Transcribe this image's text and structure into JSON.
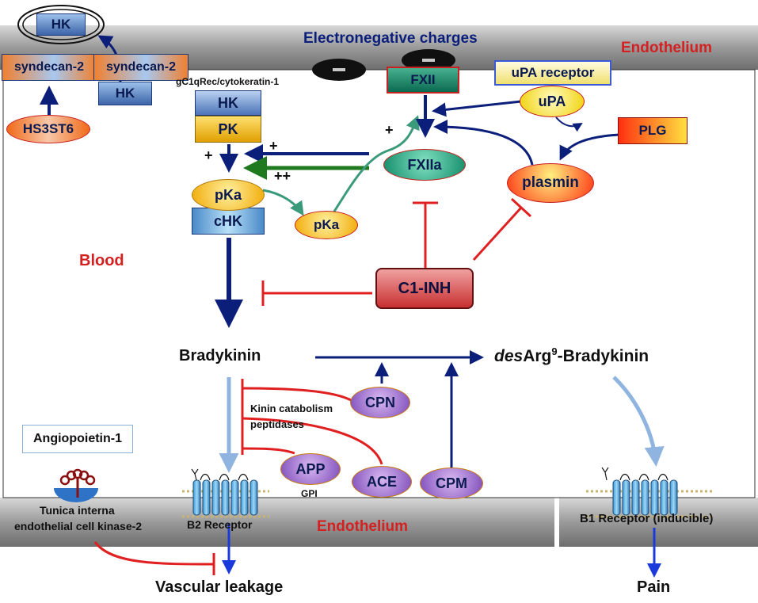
{
  "top_bar": {
    "electronegative": "Electronegative charges",
    "endothelium": "Endothelium"
  },
  "bottom_bar": {
    "endothelium": "Endothelium"
  },
  "nodes": {
    "hk_top": "HK",
    "syndecan_left": "syndecan-2",
    "syndecan_right": "syndecan-2",
    "hk_mid": "HK",
    "hs3st6": "HS3ST6",
    "gc1q": "gC1qRec/cytokeratin-1",
    "hk": "HK",
    "pk": "PK",
    "pka": "pKa",
    "chk": "cHK",
    "pka2": "pKa",
    "fxii": "FXII",
    "fxiia": "FXIIa",
    "upa_receptor": "uPA receptor",
    "upa": "uPA",
    "plg": "PLG",
    "plasmin": "plasmin",
    "c1inh": "C1-INH",
    "cpn": "CPN",
    "app": "APP",
    "ace": "ACE",
    "cpm": "CPM",
    "gpi": "GPI",
    "angiopoietin": "Angiopoietin-1"
  },
  "labels": {
    "blood": "Blood",
    "bradykinin": "Bradykinin",
    "desarg_prefix": "des",
    "desarg_mid": "Arg",
    "desarg_sup": "9",
    "desarg_suffix": "-Bradykinin",
    "kinin_1": "Kinin catabolism",
    "kinin_2": "peptidases",
    "tie2_1": "Tunica interna",
    "tie2_2": "endothelial cell kinase-2",
    "b2": "B2 Receptor",
    "b1": "B1 Receptor (inducible)",
    "vascular": "Vascular leakage",
    "pain": "Pain",
    "plus_1": "+",
    "plus_2": "+",
    "plus_3": "+",
    "plusplus": "++",
    "minus_1": "−",
    "minus_2": "−"
  },
  "colors": {
    "navy": "#0b1f7a",
    "red": "#e02020",
    "green": "#1f7a1f",
    "teal": "#3a9a7a",
    "lightblue": "#8fb4e0",
    "label_red": "#d42020"
  }
}
